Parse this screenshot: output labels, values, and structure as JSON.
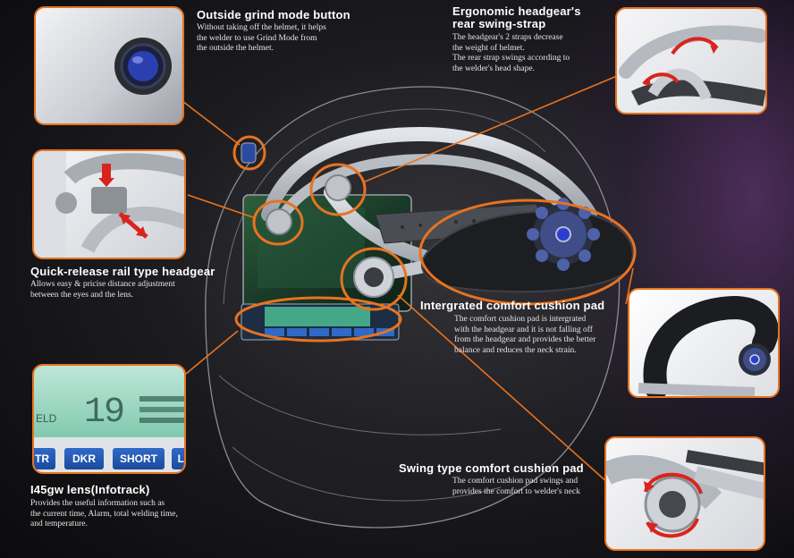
{
  "callouts": {
    "grind": {
      "title": "Outside grind mode button",
      "desc": [
        "Without taking off the helmet, it helps",
        "the welder to use Grind Mode from",
        "the outside the helmet."
      ]
    },
    "headgear": {
      "title_lines": [
        "Ergonomic headgear's",
        "rear swing-strap"
      ],
      "desc": [
        "The headgear's 2 straps decrease",
        "the weight of helmet.",
        "The rear strap swings according to",
        "the welder's head shape."
      ]
    },
    "rail": {
      "title": "Quick-release rail type headgear",
      "desc": [
        "Allows easy & pricise distance adjustment",
        "between the eyes and the lens."
      ]
    },
    "cushion": {
      "title": "Intergrated comfort cushion pad",
      "desc": [
        "The comfort cushion pad is intergrated",
        "with the headgear and it is not falling off",
        "from the headgear and provides the better",
        "balance and reduces the neck strain."
      ]
    },
    "swing": {
      "title": "Swing type comfort cushion pad",
      "desc": [
        "The comfort cushion pad swings and",
        "provides the comfort to welder's neck"
      ]
    },
    "lens": {
      "title": "I45gw lens(Infotrack)",
      "desc": [
        "Provides the useful information such as",
        "the current time, Alarm, total welding time,",
        "and temperature."
      ]
    }
  },
  "lcd": {
    "buttons": [
      "TR",
      "DKR",
      "SHORT",
      "LO"
    ],
    "field_label": "ELD",
    "digit": "19"
  },
  "colors": {
    "accent": "#e8731f",
    "lcd_blue": "#2f6ac8",
    "helmet": "#c8ccd2"
  }
}
